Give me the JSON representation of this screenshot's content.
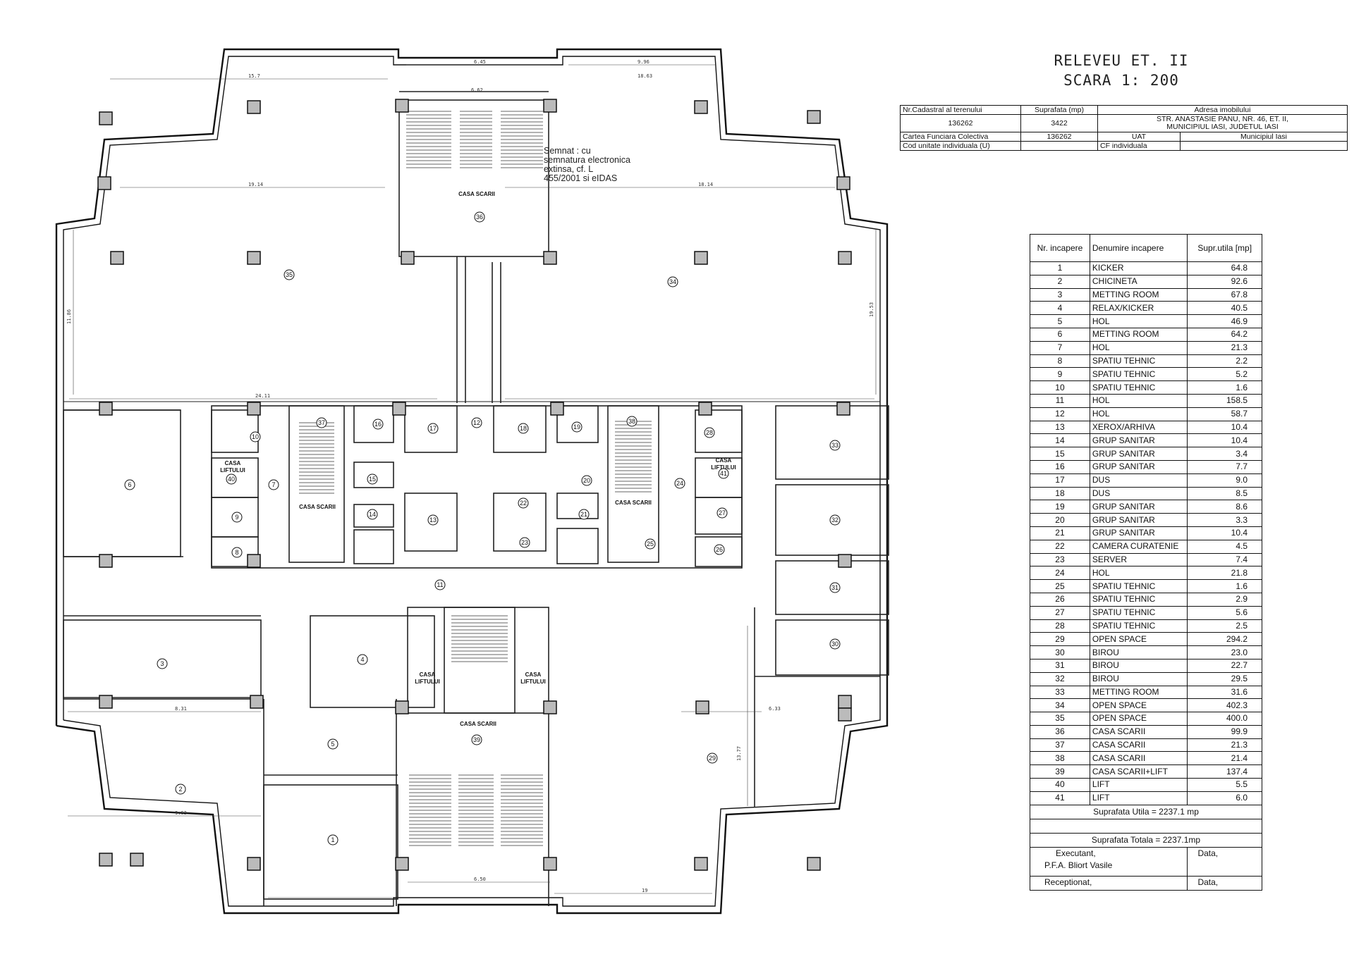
{
  "header": {
    "title": "RELEVEU ET. II",
    "scale": "SCARA 1: 200"
  },
  "cadastral_table": {
    "h_nr_cadastral": "Nr.Cadastral al terenului",
    "h_suprafata": "Suprafata (mp)",
    "h_adresa": "Adresa imobilului",
    "nr_cadastral": "136262",
    "suprafata": "3422",
    "adresa_line1": "STR. ANASTASIE PANU, NR. 46, ET. II,",
    "adresa_line2": "MUNICIPIUL IASI, JUDETUL IASI",
    "cf_label": "Cartea Funciara Colectiva",
    "cf_value": "136262",
    "uat_label": "UAT",
    "uat_value": "Municipiul Iasi",
    "cod_label": "Cod unitate individuala (U)",
    "cf_ind_label": "CF individuala"
  },
  "rooms_table": {
    "h_nr": "Nr. incapere",
    "h_denumire": "Denumire incapere",
    "h_supr": "Supr.utila [mp]",
    "rows": [
      {
        "nr": "1",
        "name": "KICKER",
        "area": "64.8"
      },
      {
        "nr": "2",
        "name": "CHICINETA",
        "area": "92.6"
      },
      {
        "nr": "3",
        "name": "METTING ROOM",
        "area": "67.8"
      },
      {
        "nr": "4",
        "name": "RELAX/KICKER",
        "area": "40.5"
      },
      {
        "nr": "5",
        "name": "HOL",
        "area": "46.9"
      },
      {
        "nr": "6",
        "name": "METTING ROOM",
        "area": "64.2"
      },
      {
        "nr": "7",
        "name": "HOL",
        "area": "21.3"
      },
      {
        "nr": "8",
        "name": "SPATIU TEHNIC",
        "area": "2.2"
      },
      {
        "nr": "9",
        "name": "SPATIU TEHNIC",
        "area": "5.2"
      },
      {
        "nr": "10",
        "name": "SPATIU TEHNIC",
        "area": "1.6"
      },
      {
        "nr": "11",
        "name": "HOL",
        "area": "158.5"
      },
      {
        "nr": "12",
        "name": "HOL",
        "area": "58.7"
      },
      {
        "nr": "13",
        "name": "XEROX/ARHIVA",
        "area": "10.4"
      },
      {
        "nr": "14",
        "name": "GRUP SANITAR",
        "area": "10.4"
      },
      {
        "nr": "15",
        "name": "GRUP SANITAR",
        "area": "3.4"
      },
      {
        "nr": "16",
        "name": "GRUP SANITAR",
        "area": "7.7"
      },
      {
        "nr": "17",
        "name": "DUS",
        "area": "9.0"
      },
      {
        "nr": "18",
        "name": "DUS",
        "area": "8.5"
      },
      {
        "nr": "19",
        "name": "GRUP SANITAR",
        "area": "8.6"
      },
      {
        "nr": "20",
        "name": "GRUP SANITAR",
        "area": "3.3"
      },
      {
        "nr": "21",
        "name": "GRUP SANITAR",
        "area": "10.4"
      },
      {
        "nr": "22",
        "name": "CAMERA CURATENIE",
        "area": "4.5"
      },
      {
        "nr": "23",
        "name": "SERVER",
        "area": "7.4"
      },
      {
        "nr": "24",
        "name": "HOL",
        "area": "21.8"
      },
      {
        "nr": "25",
        "name": "SPATIU TEHNIC",
        "area": "1.6"
      },
      {
        "nr": "26",
        "name": "SPATIU TEHNIC",
        "area": "2.9"
      },
      {
        "nr": "27",
        "name": "SPATIU TEHNIC",
        "area": "5.6"
      },
      {
        "nr": "28",
        "name": "SPATIU TEHNIC",
        "area": "2.5"
      },
      {
        "nr": "29",
        "name": "OPEN SPACE",
        "area": "294.2"
      },
      {
        "nr": "30",
        "name": "BIROU",
        "area": "23.0"
      },
      {
        "nr": "31",
        "name": "BIROU",
        "area": "22.7"
      },
      {
        "nr": "32",
        "name": "BIROU",
        "area": "29.5"
      },
      {
        "nr": "33",
        "name": "METTING ROOM",
        "area": "31.6"
      },
      {
        "nr": "34",
        "name": "OPEN SPACE",
        "area": "402.3"
      },
      {
        "nr": "35",
        "name": "OPEN SPACE",
        "area": "400.0"
      },
      {
        "nr": "36",
        "name": "CASA SCARII",
        "area": "99.9"
      },
      {
        "nr": "37",
        "name": "CASA SCARII",
        "area": "21.3"
      },
      {
        "nr": "38",
        "name": "CASA SCARII",
        "area": "21.4"
      },
      {
        "nr": "39",
        "name": "CASA SCARII+LIFT",
        "area": "137.4"
      },
      {
        "nr": "40",
        "name": "LIFT",
        "area": "5.5"
      },
      {
        "nr": "41",
        "name": "LIFT",
        "area": "6.0"
      }
    ],
    "suprafata_utila": "Suprafata Utila = 2237.1 mp",
    "suprafata_totala": "Suprafata Totala = 2237.1mp",
    "executant_label": "Executant,",
    "executant_name": "P.F.A. Bliort Vasile",
    "data_label": "Data,",
    "receptionat_label": "Receptionat,",
    "data_label_2": "Data,"
  },
  "signature_note": {
    "line1": "Semnat : cu",
    "line2": "semnatura electronica",
    "line3": "extinsa, cf. L",
    "line4": "455/2001 si eIDAS"
  },
  "plan": {
    "stair_label": "CASA SCARII",
    "lift_label_1": "CASA",
    "lift_label_2": "LIFTULUI",
    "room_markers": [
      {
        "id": "m1",
        "label": "1"
      },
      {
        "id": "m2",
        "label": "2"
      },
      {
        "id": "m3",
        "label": "3"
      },
      {
        "id": "m4",
        "label": "4"
      },
      {
        "id": "m5",
        "label": "5"
      },
      {
        "id": "m6",
        "label": "6"
      },
      {
        "id": "m7",
        "label": "7"
      },
      {
        "id": "m8",
        "label": "8"
      },
      {
        "id": "m9",
        "label": "9"
      },
      {
        "id": "m10",
        "label": "10"
      },
      {
        "id": "m11",
        "label": "11"
      },
      {
        "id": "m12",
        "label": "12"
      },
      {
        "id": "m13",
        "label": "13"
      },
      {
        "id": "m14",
        "label": "14"
      },
      {
        "id": "m15",
        "label": "15"
      },
      {
        "id": "m16",
        "label": "16"
      },
      {
        "id": "m17",
        "label": "17"
      },
      {
        "id": "m18",
        "label": "18"
      },
      {
        "id": "m19",
        "label": "19"
      },
      {
        "id": "m20",
        "label": "20"
      },
      {
        "id": "m21",
        "label": "21"
      },
      {
        "id": "m22",
        "label": "22"
      },
      {
        "id": "m23",
        "label": "23"
      },
      {
        "id": "m24",
        "label": "24"
      },
      {
        "id": "m25",
        "label": "25"
      },
      {
        "id": "m26",
        "label": "26"
      },
      {
        "id": "m27",
        "label": "27"
      },
      {
        "id": "m28",
        "label": "28"
      },
      {
        "id": "m29",
        "label": "29"
      },
      {
        "id": "m30",
        "label": "30"
      },
      {
        "id": "m31",
        "label": "31"
      },
      {
        "id": "m32",
        "label": "32"
      },
      {
        "id": "m33",
        "label": "33"
      },
      {
        "id": "m34",
        "label": "34"
      },
      {
        "id": "m35",
        "label": "35"
      },
      {
        "id": "m36",
        "label": "36"
      },
      {
        "id": "m37",
        "label": "37"
      },
      {
        "id": "m38",
        "label": "38"
      },
      {
        "id": "m39",
        "label": "39"
      },
      {
        "id": "m40",
        "label": "40"
      },
      {
        "id": "m41",
        "label": "41"
      }
    ],
    "dimensions": {
      "top_left": "15.7",
      "top_stair": "6.45",
      "top_right": "9.96",
      "top_right2": "18.63",
      "stair_inner": "6.62",
      "mid_left": "19.14",
      "mid_right": "18.14",
      "mid_span": "24.11",
      "bottom_span": "19",
      "bottom_stair": "6.50",
      "room29_h": "13.77",
      "room29_w": "6.33",
      "room3_w": "8.31",
      "room2_w": "9.63",
      "room34_v": "19.53",
      "room35_v": "11.86"
    }
  }
}
